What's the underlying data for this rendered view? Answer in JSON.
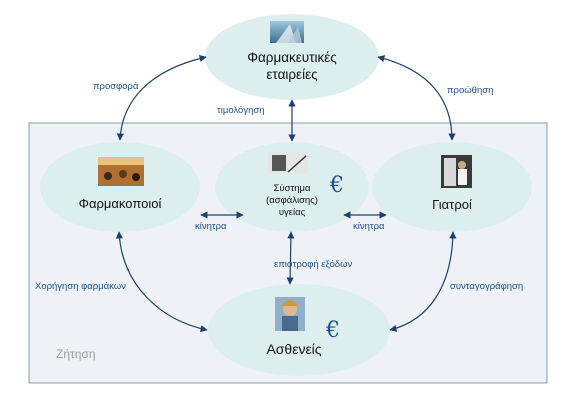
{
  "nodes": {
    "pharma_companies": "Φαρμακευτικές\nεταιρείες",
    "pharmacists": "Φαρμακοποιοί",
    "system": "Σύστημα\n(ασφάλισης)\nυγείας",
    "doctors": "Γιατροί",
    "patients": "Ασθενείς"
  },
  "edges": {
    "offer": "προσφορά",
    "promotion": "προώθηση",
    "pricing": "τιμολόγηση",
    "incentives_left": "κίνητρα",
    "incentives_right": "κίνητρα",
    "reimbursement": "επιστροφή εξόδων",
    "drug_dispensing": "Χορήγηση φαρμάκων",
    "prescribing": "συνταγογράφηση"
  },
  "zone_label": "Ζήτηση",
  "currency_symbol": "€",
  "colors": {
    "ellipse": "#dcefee",
    "arrow": "#1f3f6e",
    "label": "#1f4e8c",
    "box_border": "#8a9bb0",
    "box_fill": "#eef2f6"
  }
}
